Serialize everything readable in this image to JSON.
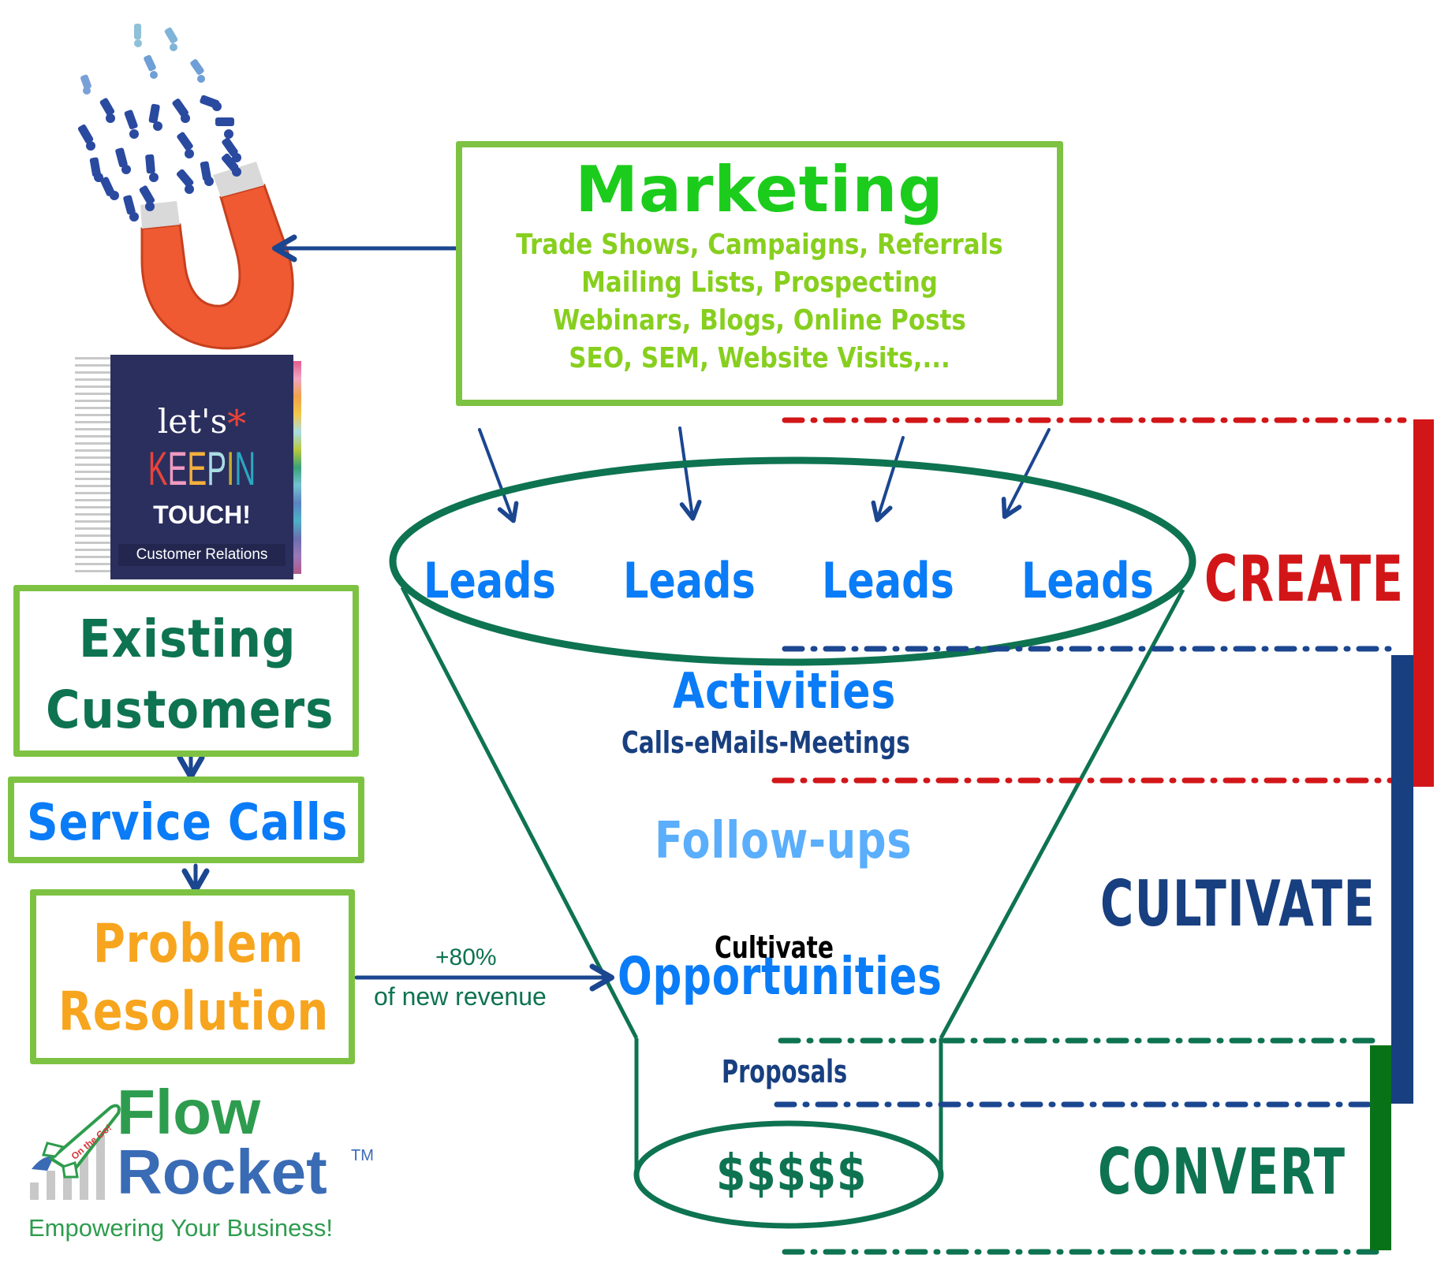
{
  "marketing": {
    "title": "Marketing",
    "lines": [
      "Trade Shows, Campaigns, Referrals",
      "Mailing Lists, Prospecting",
      "Webinars, Blogs, Online Posts",
      "SEO, SEM, Website Visits,..."
    ]
  },
  "planner": {
    "line1": "let's",
    "asterisk": "*",
    "keep_letters": [
      "K",
      "E",
      "E",
      "P",
      "I",
      "N"
    ],
    "keep_colors": [
      "#e8443a",
      "#f09ac0",
      "#f4b03d",
      "#a9dde3",
      "#c6ae2e",
      "#2aa6c0"
    ],
    "line3": "TOUCH!",
    "label": "Customer Relations",
    "tabs": [
      "a",
      "b",
      "c",
      "d",
      "e",
      "f",
      "g",
      "h",
      "i",
      "j",
      "k",
      "l",
      "m"
    ]
  },
  "left_flow": {
    "existing_line1": "Existing",
    "existing_line2": "Customers",
    "service_calls": "Service Calls",
    "problem_line1": "Problem",
    "problem_line2": "Resolution",
    "revenue_pct": "+80%",
    "revenue_text": "of new revenue"
  },
  "funnel": {
    "leads": [
      "Leads",
      "Leads",
      "Leads",
      "Leads"
    ],
    "activities": "Activities",
    "activities_sub": "Calls-eMails-Meetings",
    "followups": "Follow-ups",
    "cultivate_note": "Cultivate",
    "opportunities": "Opportunities",
    "proposals": "Proposals",
    "money": "$$$$$"
  },
  "stages": {
    "create": "CREATE",
    "cultivate": "CULTIVATE",
    "convert": "CONVERT"
  },
  "logo": {
    "flow": "Flow",
    "rocket": "Rocket",
    "tm": "TM",
    "badge": "On the Go!",
    "tagline": "Empowering Your Business!"
  },
  "colors": {
    "box_border": "#7dc242",
    "funnel": "#0e7350",
    "arrow": "#1b4690",
    "create": "#d21618",
    "cultivate": "#183f80",
    "convert": "#087218",
    "convert_text": "#0e7350",
    "leads": "#0a7cf7",
    "followups": "#5aaefc"
  }
}
